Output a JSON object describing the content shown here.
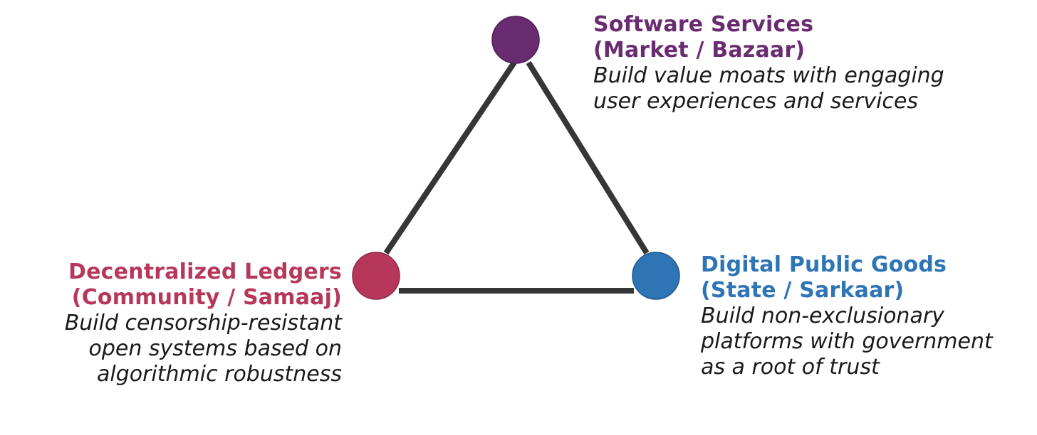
{
  "colors": {
    "edge": "#363636",
    "software": "#6a2c70",
    "ledgers": "#b7375a",
    "public_goods": "#2e75b6"
  },
  "nodes": {
    "software_services": {
      "title_line1": "Software Services",
      "title_line2": "(Market / Bazaar)",
      "desc_line1": "Build value moats with engaging",
      "desc_line2": "user experiences and services"
    },
    "decentralized_ledgers": {
      "title_line1": "Decentralized Ledgers",
      "title_line2": "(Community / Samaaj)",
      "desc_line1": "Build censorship-resistant",
      "desc_line2": "open systems based on",
      "desc_line3": "algorithmic robustness"
    },
    "digital_public_goods": {
      "title_line1": "Digital Public Goods",
      "title_line2": "(State / Sarkaar)",
      "desc_line1": "Build non-exclusionary",
      "desc_line2": "platforms with government",
      "desc_line3": "as a root of trust"
    }
  }
}
